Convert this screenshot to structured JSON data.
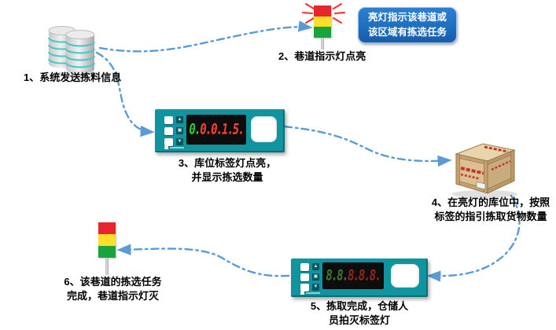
{
  "slide": {
    "background": "#FFFFFF"
  },
  "steps": {
    "step1": {
      "label": "1、系统发送拣料信息"
    },
    "step2": {
      "label": "2、巷道指示灯点亮"
    },
    "step3": {
      "line1": "3、库位标签灯点亮，",
      "line2": "并显示拣选数量"
    },
    "step4": {
      "line1": "4、在亮灯的库位中，按照",
      "line2": "标签的指引拣取货物数量"
    },
    "step5": {
      "line1": "5、拣取完成，仓储人",
      "line2": "员拍灭标签灯"
    },
    "step6": {
      "line1": "6、该巷道的拣选任务",
      "line2": "完成，巷道指示灯灭"
    }
  },
  "callout": {
    "line1": "亮灯指示该巷道或",
    "line2": "该区域有拣选任务",
    "bg_color": "#1F6EC0",
    "text_color": "#FFFFFF"
  },
  "devices": {
    "pick_tag_lit": {
      "display_value": "0.0.0.1.5",
      "digits": [
        {
          "text": "0.",
          "color": "#2ECC40"
        },
        {
          "text": "0.",
          "color": "#FF4136"
        },
        {
          "text": "0.",
          "color": "#FF4136"
        },
        {
          "text": "1.",
          "color": "#FF4136"
        },
        {
          "text": "5.",
          "color": "#FF4136"
        }
      ]
    },
    "pick_tag_off": {
      "display_value": "8.8.8.8.8",
      "digits": [
        {
          "text": "8.",
          "color": "#3F7A33"
        },
        {
          "text": "8.",
          "color": "#3F7A33"
        },
        {
          "text": "8.",
          "color": "#97271D"
        },
        {
          "text": "8.",
          "color": "#97271D"
        },
        {
          "text": "8.",
          "color": "#97271D"
        }
      ]
    }
  },
  "icons": {
    "device_up_glyph": "▲",
    "device_middle_glyph": "▣",
    "device_down_glyph": "▼"
  },
  "colors": {
    "arrow_blue": "#5B9BD5",
    "device_teal": "#1095A0",
    "traffic_red": "#E8252C",
    "traffic_yellow": "#FFDF2B",
    "traffic_green": "#18A43C",
    "ray_red": "#FF2D23"
  }
}
